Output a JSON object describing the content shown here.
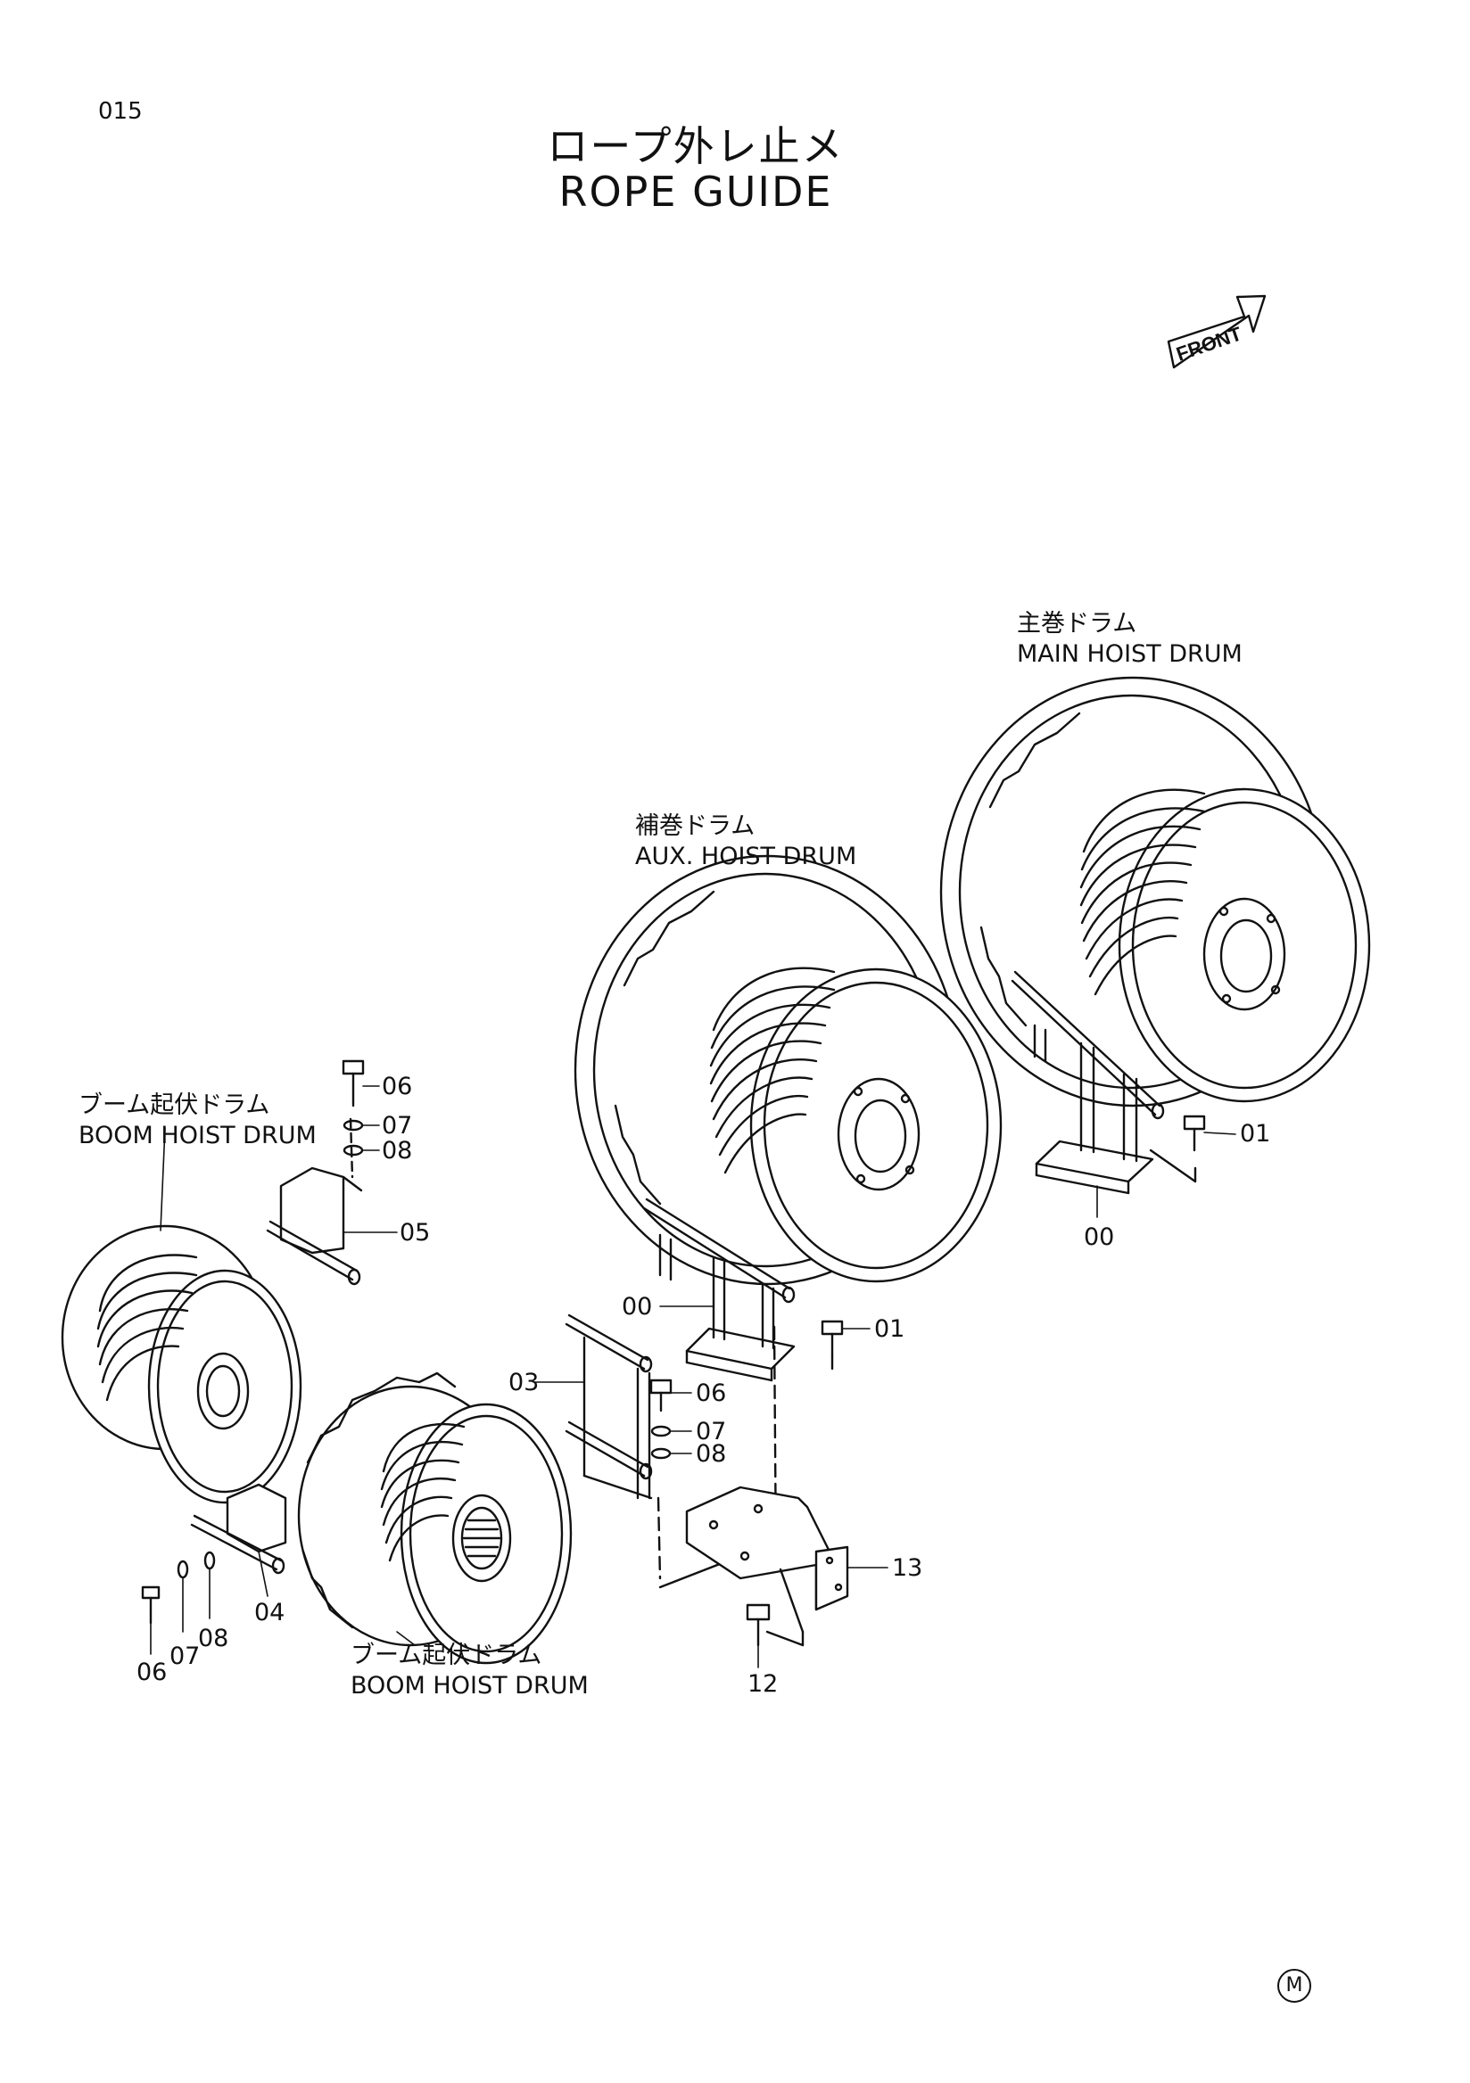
{
  "page": {
    "number": "015"
  },
  "title": {
    "ja": "ロープ外レ止メ",
    "en": "ROPE GUIDE"
  },
  "direction_marker": {
    "text": "FRONT"
  },
  "components": {
    "main_drum": {
      "ja": "主巻ドラム",
      "en": "MAIN HOIST DRUM"
    },
    "aux_drum": {
      "ja": "補巻ドラム",
      "en": "AUX. HOIST DRUM"
    },
    "boom_drum_upper": {
      "ja": "ブーム起伏ドラム",
      "en": "BOOM HOIST DRUM"
    },
    "boom_drum_lower": {
      "ja": "ブーム起伏ドラム",
      "en": "BOOM HOIST DRUM"
    }
  },
  "callouts": {
    "c06a": "06",
    "c07a": "07",
    "c08a": "08",
    "c05": "05",
    "c01a": "01",
    "c00a": "00",
    "c00b": "00",
    "c01b": "01",
    "c03": "03",
    "c06b": "06",
    "c07b": "07",
    "c08b": "08",
    "c13": "13",
    "c12": "12",
    "c04": "04",
    "c06c": "06",
    "c07c": "07",
    "c08c": "08"
  },
  "footer_mark": "M",
  "icons": {
    "arrow": "front-arrow-icon"
  }
}
